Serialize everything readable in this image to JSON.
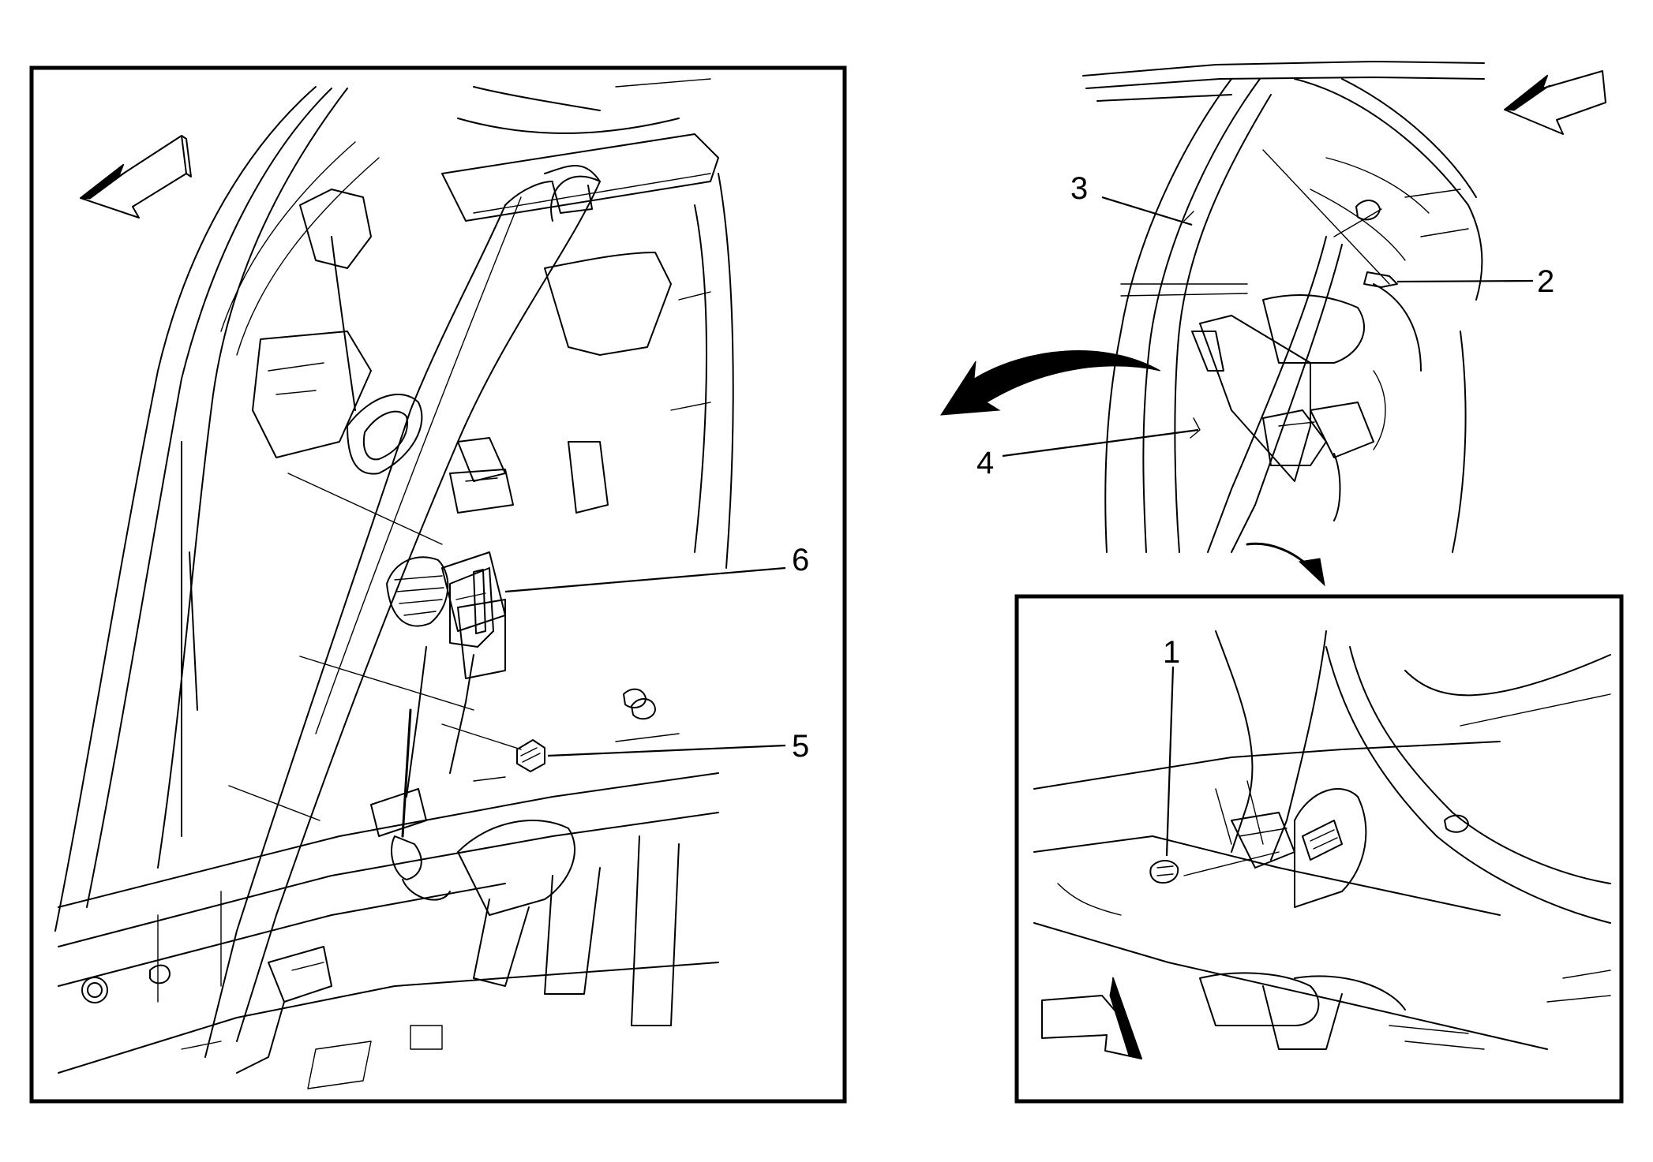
{
  "callouts": {
    "c1": "1",
    "c2": "2",
    "c3": "3",
    "c4": "4",
    "c5": "5",
    "c6": "6"
  },
  "icons": {
    "forward_arrow": "hollow-arrow-icon",
    "rotate_arrow": "curved-arrow-icon",
    "detail_arrow": "curved-arrow-icon"
  },
  "colors": {
    "ink": "#000000",
    "paper": "#ffffff"
  }
}
